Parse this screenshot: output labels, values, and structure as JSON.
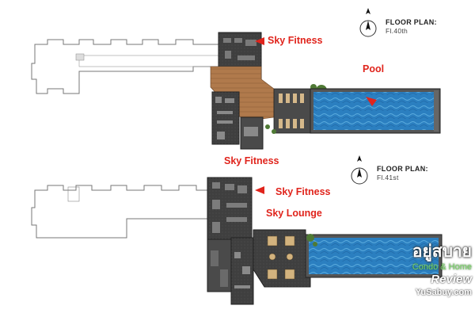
{
  "plans": [
    {
      "heading": "FLOOR PLAN:",
      "floor": "Fl.40th"
    },
    {
      "heading": "FLOOR PLAN:",
      "floor": "Fl.41st"
    }
  ],
  "callouts": {
    "sky_fitness_top": "Sky Fitness",
    "pool": "Pool",
    "sky_fitness_mid": "Sky Fitness",
    "sky_fitness_lower": "Sky Fitness",
    "sky_lounge": "Sky Lounge"
  },
  "watermark": {
    "thai": "อยู่สบาย",
    "line1": "Condo & Home",
    "line2": "Review",
    "line3": "YuSabuy.com"
  },
  "colors": {
    "callout": "#e0241c",
    "pool": "#2b7fc0",
    "building_dark": "#3a3a3a",
    "terrace_wood": "#b07a4c"
  }
}
